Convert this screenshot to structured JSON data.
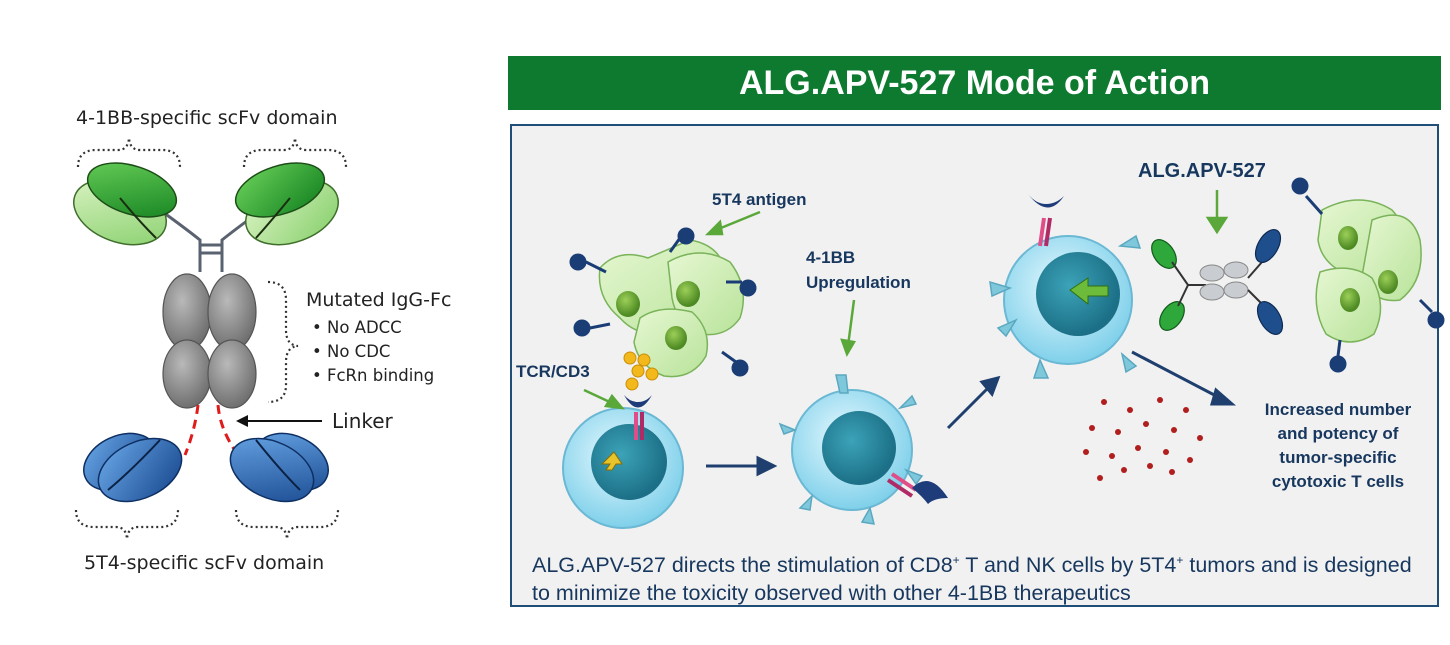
{
  "antibody": {
    "top_label": "4-1BB-specific scFv domain",
    "fc_title": "Mutated IgG-Fc",
    "fc_features": [
      "No ADCC",
      "No CDC",
      "FcRn binding"
    ],
    "linker_label": "Linker",
    "bottom_label": "5T4-specific scFv domain"
  },
  "moa": {
    "title": "ALG.APV-527 Mode of Action",
    "label_5t4": "5T4 antigen",
    "label_tcr": "TCR/CD3",
    "label_41bb_line1": "4-1BB",
    "label_41bb_line2": "Upregulation",
    "label_drug": "ALG.APV-527",
    "outcome_line1": "Increased number",
    "outcome_line2": "and potency of",
    "outcome_line3": "tumor-specific",
    "outcome_line4": "cytotoxic T cells",
    "caption_p1": "ALG.APV-527 directs the stimulation of CD8",
    "caption_sup1": "+",
    "caption_p2": " T and NK cells by 5T4",
    "caption_sup2": "+",
    "caption_p3": " tumors and is designed to minimize the toxicity observed with other 4-1BB therapeutics"
  },
  "colors": {
    "title_bar": "#0e7a2f",
    "navy_text": "#17375e",
    "arrow_green": "#5aa83a",
    "green_scfv": "#1e9a2a",
    "blue_scfv": "#1f5fb0",
    "fc_grey": "#808080",
    "linker_red": "#e01b1b"
  }
}
